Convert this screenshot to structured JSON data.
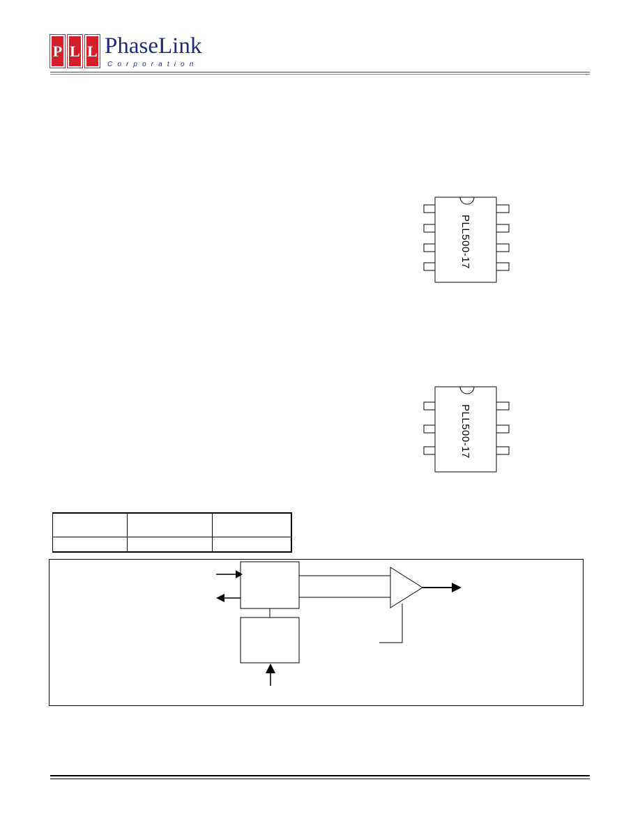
{
  "header": {
    "logo_letters": [
      "P",
      "L",
      "L"
    ],
    "company_name": "PhaseLink",
    "company_sub": "Corporation"
  },
  "chip_8pin": {
    "label": "PLL500-17",
    "pins_per_side": 4
  },
  "chip_6pin": {
    "label": "PLL500-17",
    "pins_per_side": 3
  },
  "ordering_table": {
    "columns": 3,
    "rows": 2
  },
  "colors": {
    "logo_red": "#d21f2a",
    "logo_navy": "#1d2a7a"
  }
}
